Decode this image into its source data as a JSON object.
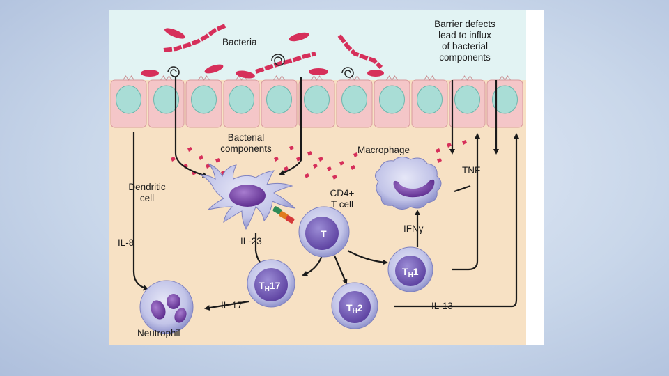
{
  "labels": {
    "bacteria": "Bacteria",
    "barrier_line1": "Barrier defects",
    "barrier_line2": "lead to influx",
    "barrier_line3": "of bacterial",
    "barrier_line4": "components",
    "bacterial_components_line1": "Bacterial",
    "bacterial_components_line2": "components",
    "macrophage": "Macrophage",
    "dendritic_line1": "Dendritic",
    "dendritic_line2": "cell",
    "cd4_line1": "CD4+",
    "cd4_line2": "T cell",
    "tnf": "TNF",
    "ifn": "IFNγ",
    "il8": "IL-8",
    "il23": "IL-23",
    "il17": "IL-17",
    "il13": "IL-13",
    "neutrophil": "Neutrophil"
  },
  "cells": {
    "t": "T",
    "th1_main": "T",
    "th1_sub": "H",
    "th1_num": "1",
    "th17_main": "T",
    "th17_sub": "H",
    "th17_num": "17",
    "th2_main": "T",
    "th2_sub": "H",
    "th2_num": "2"
  },
  "colors": {
    "lumen": "#e2f3f3",
    "lamina": "#f7e1c4",
    "epithelium": "#f4c6c8",
    "nucleus": "#a9ddd6",
    "bacteria": "#d62f5a",
    "cell_body": "#c7c8ea",
    "cell_nucleus": "#6f3d9e",
    "arrow": "#1a1a1a"
  }
}
